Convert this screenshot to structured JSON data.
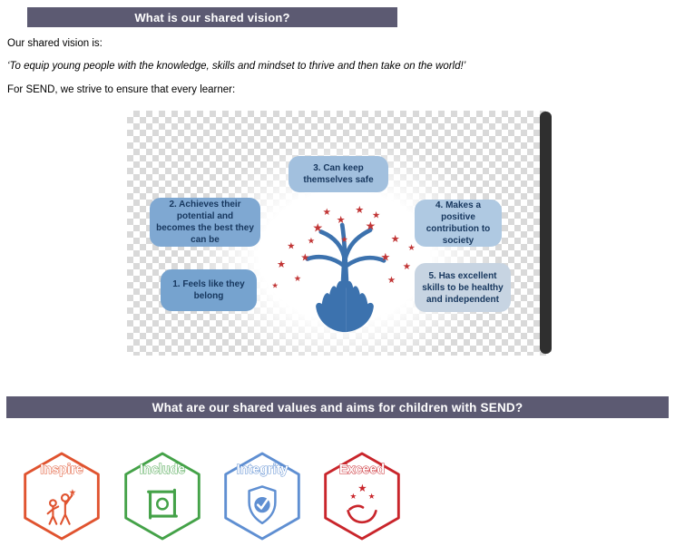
{
  "section_vision": {
    "title": "What is our shared vision?",
    "intro": "Our shared vision is:",
    "quote": "‘To equip young people with the knowledge, skills and mindset to thrive and then take on the world!’",
    "lead": "For SEND, we strive to ensure that every learner:",
    "callouts": [
      {
        "text": "1.  Feels like they belong"
      },
      {
        "text": "2. Achieves their potential and becomes the best they can be"
      },
      {
        "text": "3. Can keep themselves safe"
      },
      {
        "text": "4. Makes a positive contribution to society"
      },
      {
        "text": "5. Has excellent skills to be healthy and independent"
      }
    ]
  },
  "section_values": {
    "title": "What are our shared values and aims for children with SEND?",
    "values": [
      {
        "label": "Inspire",
        "color": "#e0532f",
        "icon": "people-with-torch-icon"
      },
      {
        "label": "Include",
        "color": "#44a248",
        "icon": "joined-hands-icon"
      },
      {
        "label": "Integrity",
        "color": "#5f8fd2",
        "icon": "shield-check-icon"
      },
      {
        "label": "Exceed",
        "color": "#c9252b",
        "icon": "hand-with-stars-icon"
      }
    ]
  },
  "colors": {
    "header_bar": "#5c5a72",
    "callout_dark": "#76a3cf",
    "callout_medium": "#7fa8d2",
    "callout_light": "#a2c0de",
    "callout_pale": "#c7d4e2",
    "tree_blue": "#3c72ae",
    "star_red": "#c13535"
  }
}
